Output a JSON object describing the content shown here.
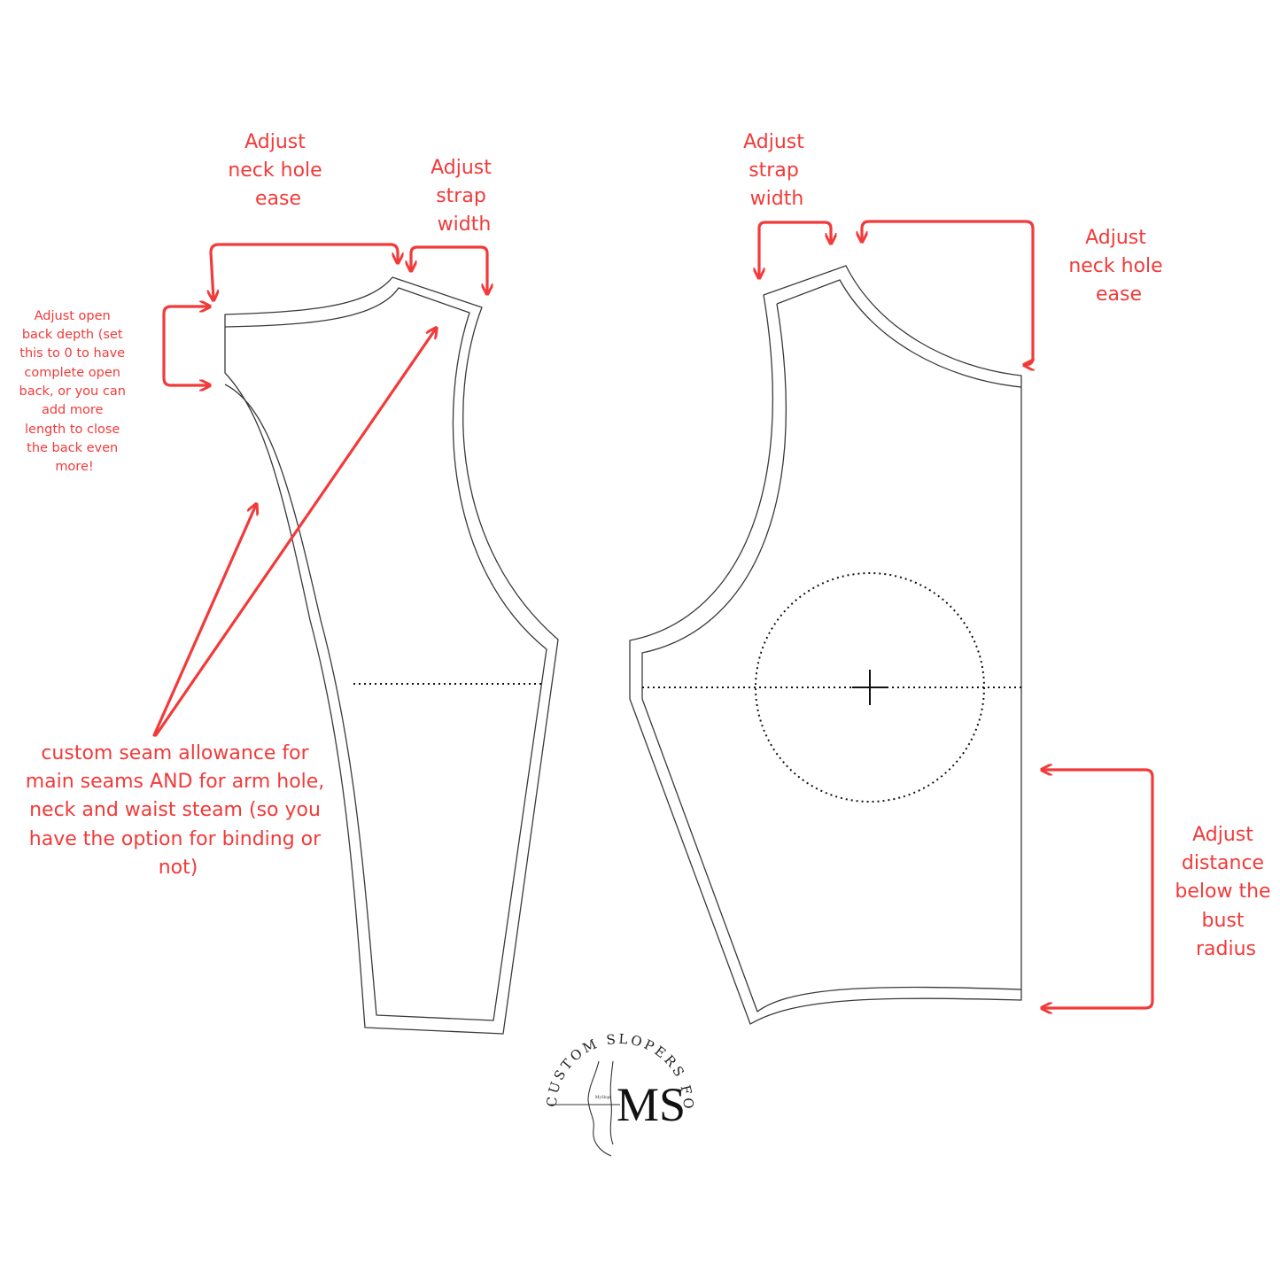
{
  "annotations": {
    "back_neck_ease": [
      "Adjust",
      "neck hole",
      "ease"
    ],
    "back_strap_width": [
      "Adjust",
      "strap",
      "width"
    ],
    "open_back_depth": [
      "Adjust open",
      "back depth (set",
      "this to 0 to have",
      "complete open",
      "back, or you can",
      "add more",
      "length to close",
      "the back even",
      "more!"
    ],
    "seam_allowance": [
      "custom seam allowance for",
      "main seams AND for arm hole,",
      "neck and waist steam (so you",
      "have the option for binding or",
      "not)"
    ],
    "front_strap_width": [
      "Adjust",
      "strap",
      "width"
    ],
    "front_neck_ease": [
      "Adjust",
      "neck hole",
      "ease"
    ],
    "bust_distance": [
      "Adjust",
      "distance",
      "below the",
      "bust",
      "radius"
    ]
  },
  "logo": {
    "ring_text": "CUSTOM SLOPERS FOR PATTERN MAKING",
    "monogram": "MS",
    "tiny_label": "MySlope"
  },
  "colors": {
    "annotation": "#f23a3a",
    "pattern_line": "#3a3a3a",
    "background": "#ffffff"
  }
}
